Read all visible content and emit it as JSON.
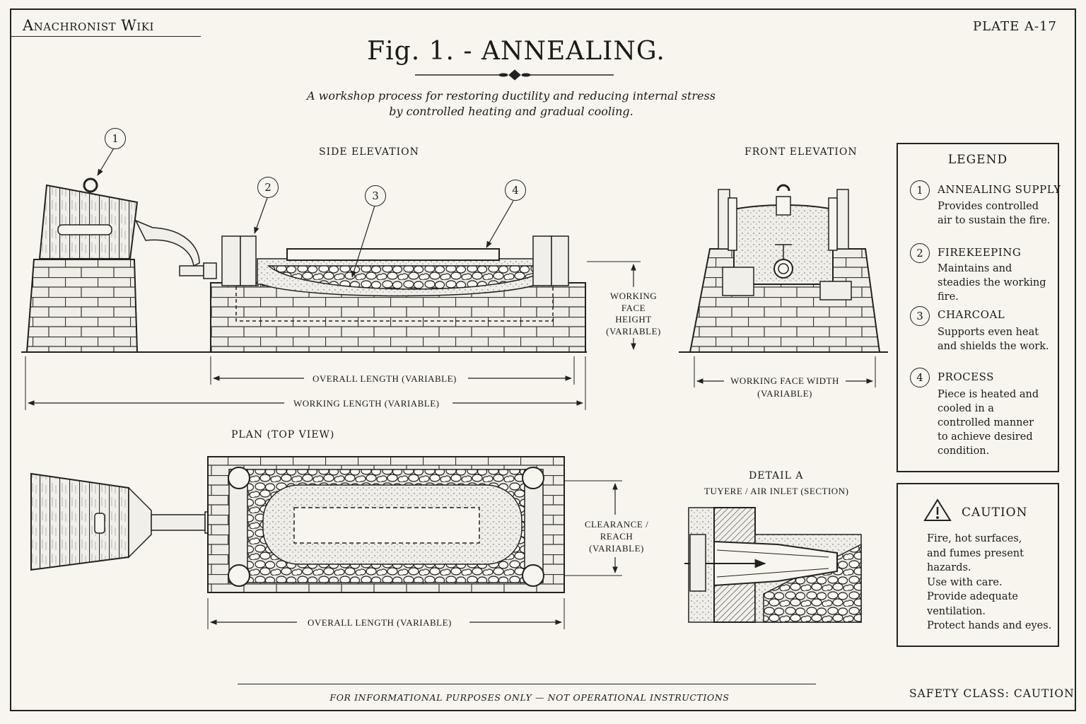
{
  "header": {
    "site": "Anachronist Wiki",
    "plate": "PLATE  A-17",
    "title": "Fig. 1. - ANNEALING.",
    "subtitle_line1": "A workshop process for restoring ductility and reducing internal stress",
    "subtitle_line2": "by controlled heating and gradual cooling."
  },
  "views": {
    "side_elevation": "SIDE  ELEVATION",
    "front_elevation": "FRONT  ELEVATION",
    "plan": "PLAN  (TOP  VIEW)",
    "detail_title": "DETAIL  A",
    "detail_sub": "TUYERE / AIR INLET (SECTION)"
  },
  "dimensions": {
    "working_face_height": [
      "WORKING",
      "FACE",
      "HEIGHT",
      "(VARIABLE)"
    ],
    "overall_length_side": "OVERALL  LENGTH  (VARIABLE)",
    "working_length": "WORKING  LENGTH  (VARIABLE)",
    "working_face_width": [
      "WORKING FACE WIDTH",
      "(VARIABLE)"
    ],
    "clearance": [
      "CLEARANCE /",
      "REACH",
      "(VARIABLE)"
    ],
    "overall_length_plan": "OVERALL  LENGTH  (VARIABLE)"
  },
  "callouts": [
    "1",
    "2",
    "3",
    "4"
  ],
  "legend": {
    "title": "LEGEND",
    "items": [
      {
        "num": "1",
        "head": "ANNEALING SUPPLY",
        "desc": "Provides controlled air to sustain the fire."
      },
      {
        "num": "2",
        "head": "FIREKEEPING",
        "desc": "Maintains and steadies the working fire."
      },
      {
        "num": "3",
        "head": "CHARCOAL",
        "desc": "Supports even heat and shields the work."
      },
      {
        "num": "4",
        "head": "PROCESS",
        "desc": "Piece is heated and cooled in a controlled manner to achieve desired condition."
      }
    ]
  },
  "caution": {
    "title": "CAUTION",
    "icon": "warning-triangle-icon",
    "lines": [
      "Fire, hot surfaces,",
      "and fumes present",
      "hazards.",
      "Use with care.",
      "Provide adequate",
      "ventilation.",
      "Protect hands and eyes."
    ]
  },
  "footer": {
    "disclaimer": "FOR INFORMATIONAL PURPOSES ONLY — NOT OPERATIONAL INSTRUCTIONS",
    "safety_class": "SAFETY CLASS:  CAUTION"
  },
  "colors": {
    "paper": "#f7f5ee",
    "ink": "#1a1a1a",
    "stone": "#ecebe4"
  }
}
